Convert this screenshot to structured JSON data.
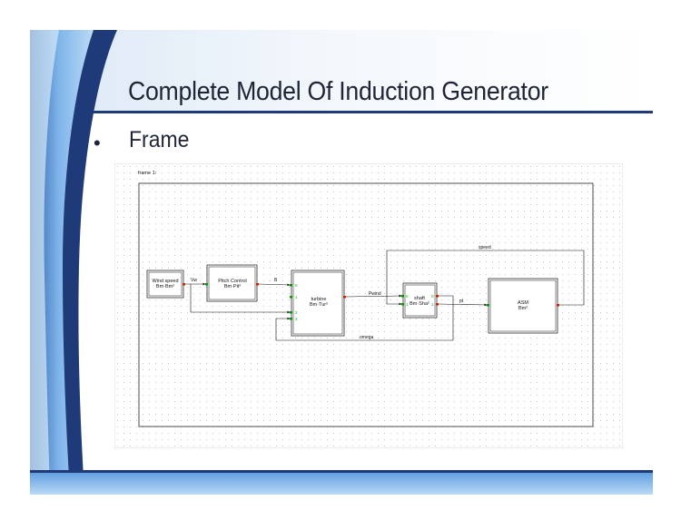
{
  "slide": {
    "title": "Complete Model Of Induction Generator",
    "bullet_symbol": "•",
    "bullet_text": "Frame"
  },
  "diagram": {
    "frame_label": "frame 1:",
    "blocks": {
      "wind_speed": {
        "name": "Wind speed",
        "sub": "Bm·Bm²"
      },
      "pitch_control": {
        "name": "Pitch Control",
        "sub": "Bm·Pit²"
      },
      "turbine": {
        "name": "turbine",
        "sub": "Bm·Tur²"
      },
      "shaft": {
        "name": "shaft",
        "sub": "Bm·Sha²"
      },
      "asm": {
        "name": "ASM",
        "sub": "Bm²"
      }
    },
    "signals": {
      "vw": "Vw",
      "b": "B",
      "pwind": "Pwind",
      "pt": "pt",
      "speed": "speed",
      "omega": "omega"
    },
    "turbine_pins": [
      "0",
      "1",
      "2",
      "3"
    ],
    "shaft_pins_in": [
      "0",
      "1"
    ],
    "shaft_pins_out": [
      "0",
      "1"
    ]
  },
  "colors": {
    "title_text": "#1f2537",
    "band_dark": "#1e3a78",
    "band_light": "#7fb4ea",
    "port_red": "#cc2200",
    "port_green": "#009900"
  }
}
